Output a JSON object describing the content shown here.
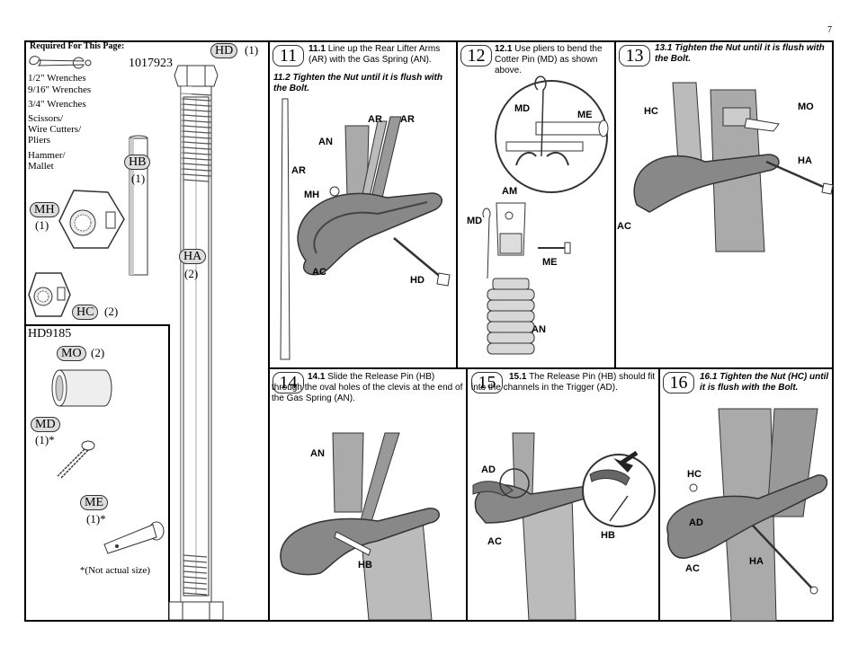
{
  "page_number": "7",
  "left": {
    "required_title": "Required For This Page:",
    "kit_number": "1017923",
    "tools": [
      "1/2\" Wrenches",
      "9/16\" Wrenches",
      "3/4\" Wrenches",
      "Scissors/",
      "Wire Cutters/",
      "Pliers",
      "Hammer/",
      "Mallet"
    ],
    "parts": {
      "hd": {
        "tag": "HD",
        "qty": "(1)"
      },
      "hb": {
        "tag": "HB",
        "qty": "(1)"
      },
      "mh": {
        "tag": "MH",
        "qty": "(1)"
      },
      "hc": {
        "tag": "HC",
        "qty": "(2)"
      },
      "ha": {
        "tag": "HA",
        "qty": "(2)"
      }
    },
    "kit2_number": "HD9185",
    "parts2": {
      "mo": {
        "tag": "MO",
        "qty": "(2)"
      },
      "md": {
        "tag": "MD",
        "qty": "(1)*"
      },
      "me": {
        "tag": "ME",
        "qty": "(1)*"
      }
    },
    "note": "*(Not actual size)"
  },
  "steps": {
    "s11": {
      "num": "11",
      "text_a_num": "11.1",
      "text_a": "Line up the Rear Lifter Arms (AR) with the Gas Spring (AN).",
      "text_b": "11.2  Tighten the Nut until it is flush with the Bolt.",
      "labels": [
        "AR",
        "AR",
        "AN",
        "AR",
        "MH",
        "AC",
        "HD"
      ]
    },
    "s12": {
      "num": "12",
      "text_num": "12.1",
      "text": "Use pliers to bend the Cotter Pin (MD) as shown above.",
      "labels": [
        "MD",
        "ME",
        "AM",
        "MD",
        "ME",
        "AN"
      ]
    },
    "s13": {
      "num": "13",
      "text": "13.1  Tighten the Nut until it is flush with the Bolt.",
      "labels": [
        "HC",
        "MO",
        "HA",
        "AC"
      ]
    },
    "s14": {
      "num": "14",
      "text_num": "14.1",
      "text": "Slide the Release Pin (HB) through the oval holes of the clevis at the end of the Gas Spring (AN).",
      "labels": [
        "AN",
        "HB"
      ]
    },
    "s15": {
      "num": "15",
      "text_num": "15.1",
      "text": "The Release Pin (HB) should fit into the channels in the Trigger (AD).",
      "labels": [
        "AD",
        "AC",
        "HB"
      ]
    },
    "s16": {
      "num": "16",
      "text": "16.1  Tighten the Nut (HC) until it is flush with the Bolt.",
      "labels": [
        "HC",
        "AD",
        "AC",
        "HA"
      ]
    }
  }
}
